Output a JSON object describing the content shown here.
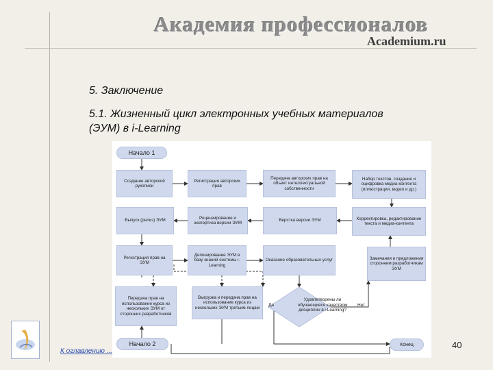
{
  "header": {
    "title": "Академия профессионалов",
    "site": "Academium.ru"
  },
  "section_title": "5. Заключение",
  "subsection_title": "5.1. Жизненный цикл электронных учебных материалов (ЭУМ) в i-Learning",
  "diagram": {
    "start1": "Начало 1",
    "start2": "Начало 2",
    "end": "Конец",
    "boxes": {
      "create": "Создание авторской рукописи",
      "register_rights": "Регистрация авторских прав",
      "transfer_rights": "Передача авторских прав на объект интеллектуальной собственности",
      "typeset": "Набор текстов, создание и оцифровка медиа-контента (иллюстрации, видео и др.)",
      "release": "Выпуск (релиз) ЭУМ",
      "review": "Рецензирование и экспертиза версии ЭУМ",
      "layout": "Верстка версии ЭУМ",
      "correct": "Корректировка, редактирование текста и медиа-контента",
      "register_eum": "Регистрация прав на ЭУМ",
      "deposit": "Депонирование ЭУМ в базу знаний системы i-Learning",
      "service": "Оказание образовательных услуг",
      "remarks": "Замечания и предложения сторонним разработчикам ЭУМ",
      "transfer_use": "Передача прав на использование курса из нескольких ЭУМ от сторонних разработчиков",
      "upload": "Выгрузка и передача прав на использование курса из нескольких ЭУМ третьим лицам"
    },
    "decision": "Удовлетворены ли обучающиеся качеством дисциплин в i-Learning?",
    "yes": "Да",
    "no": "Нет"
  },
  "footer": {
    "back_link": "К оглавлению ...",
    "page": "40"
  }
}
